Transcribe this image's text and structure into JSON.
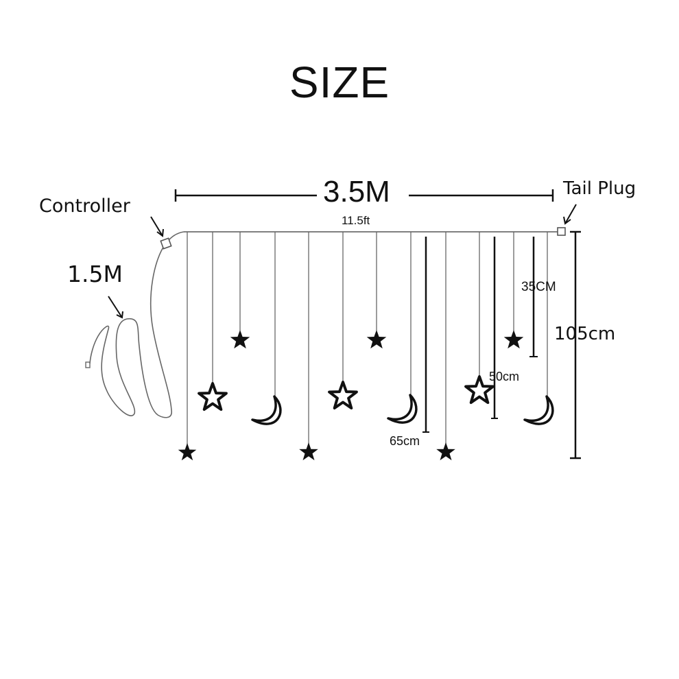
{
  "title": "SIZE",
  "dimensions": {
    "width_metric": "3.5M",
    "width_imperial": "11.5ft",
    "lead_length": "1.5M",
    "total_drop": "105cm",
    "strand_heights": [
      "35CM",
      "50cm",
      "65cm"
    ]
  },
  "labels": {
    "controller": "Controller",
    "tail_plug": "Tail Plug"
  },
  "ornaments": [
    "star",
    "star",
    "star",
    "moon",
    "star",
    "star",
    "star",
    "moon",
    "star",
    "star",
    "star",
    "moon"
  ],
  "colors": {
    "line": "#555555",
    "ink": "#111111",
    "background": "#ffffff"
  }
}
